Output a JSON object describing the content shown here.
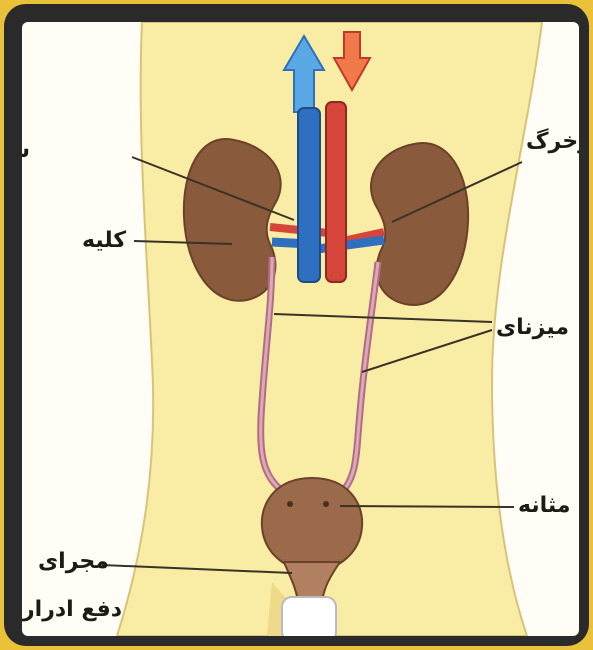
{
  "labels": {
    "vein": "سیاهرگ",
    "artery": "سرخرگ",
    "kidney": "کلیه",
    "ureter": "میزنای",
    "bladder": "مثانه",
    "urethra_line1": "مجرای",
    "urethra_line2": "دفع ادرار"
  },
  "colors": {
    "frame": "#2a2a2a",
    "outer_background": "#e9c23a",
    "body_fill": "#f9eca4",
    "kidney": "#8a5a3c",
    "vein": "#2f6fc0",
    "artery": "#d5453a",
    "ureter": "#c98a9c",
    "bladder": "#9a6a4a"
  }
}
